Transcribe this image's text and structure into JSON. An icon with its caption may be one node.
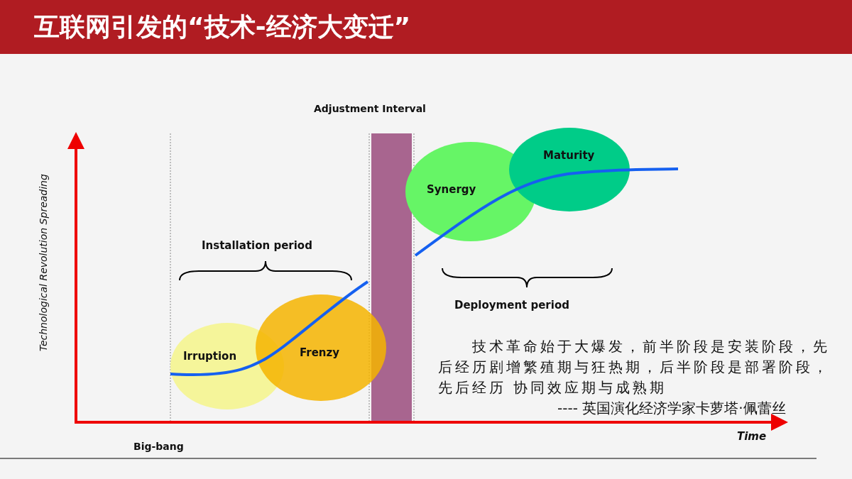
{
  "diagram": {
    "title": "互联网引发的“技术-经济大变迁”",
    "nodes": [
      {
        "text": [
          "Irruption"
        ]
      },
      {
        "text": [
          "Frenzy"
        ]
      },
      {
        "text": [
          "Synergy"
        ]
      },
      {
        "text": [
          "Maturity"
        ]
      },
      {
        "text": [],
        "shape": "bar"
      }
    ],
    "labels": [
      "Adjustment Interval",
      "Technological Revolution Spreading",
      "Installation period",
      "Deployment period",
      "技术革命始于大爆发，前半阶段是安装阶段，先后经历剧增繁殖期与狂热期，后半阶段是部署阶段，先后经历 协同效应期与成熟期",
      "---- 英国演化经济学家卡萝塔·佩蕾丝",
      "Time",
      "Big-bang"
    ]
  }
}
